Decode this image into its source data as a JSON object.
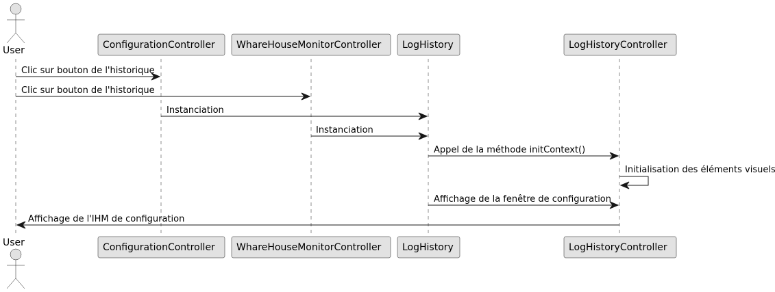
{
  "actor": {
    "name": "User"
  },
  "participants": [
    {
      "id": "config",
      "name": "ConfigurationController"
    },
    {
      "id": "wh",
      "name": "WhareHouseMonitorController"
    },
    {
      "id": "log",
      "name": "LogHistory"
    },
    {
      "id": "logctrl",
      "name": "LogHistoryController"
    }
  ],
  "messages": [
    {
      "from": "user",
      "to": "config",
      "label": "Clic sur bouton de l'historique"
    },
    {
      "from": "user",
      "to": "wh",
      "label": "Clic sur bouton de l'historique"
    },
    {
      "from": "config",
      "to": "log",
      "label": "Instanciation"
    },
    {
      "from": "wh",
      "to": "log",
      "label": "Instanciation"
    },
    {
      "from": "log",
      "to": "logctrl",
      "label": "Appel de la méthode initContext()"
    },
    {
      "from": "logctrl",
      "to": "logctrl",
      "label": "Initialisation des éléments visuels"
    },
    {
      "from": "log",
      "to": "logctrl",
      "label": "Affichage de la fenêtre de configuration"
    },
    {
      "from": "logctrl",
      "to": "user",
      "label": "Affichage de l'IHM de configuration"
    }
  ]
}
